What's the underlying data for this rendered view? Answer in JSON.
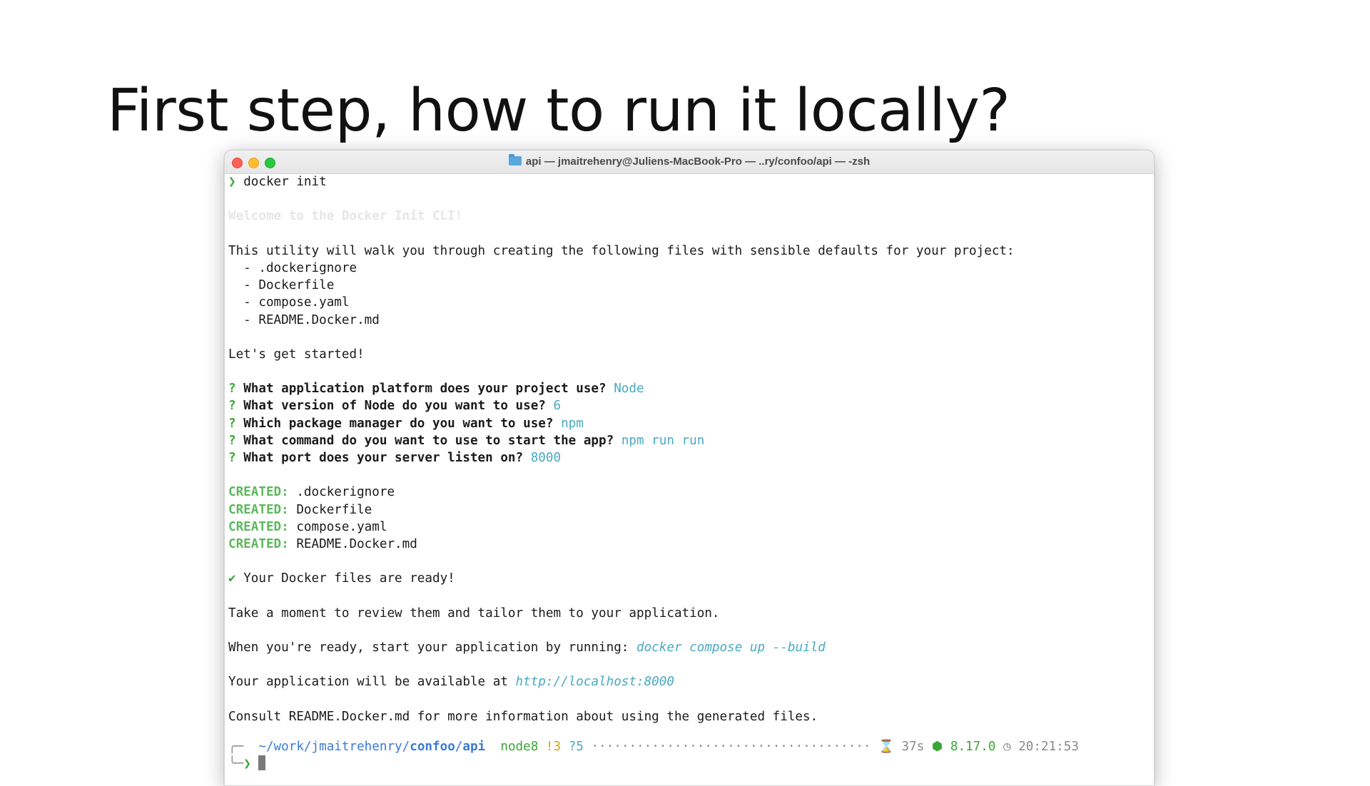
{
  "slide": {
    "title": "First step, how to run it locally?"
  },
  "window": {
    "title": "api — jmaitrehenry@Juliens-MacBook-Pro — ..ry/confoo/api — -zsh",
    "icons": [
      "folder-icon"
    ]
  },
  "terminal": {
    "prompt_symbol": "❯",
    "command": "docker init",
    "welcome": "Welcome to the Docker Init CLI!",
    "intro": "This utility will walk you through creating the following files with sensible defaults for your project:",
    "files": [
      "  - .dockerignore",
      "  - Dockerfile",
      "  - compose.yaml",
      "  - README.Docker.md"
    ],
    "started": "Let's get started!",
    "questions": [
      {
        "mark": "?",
        "q": "What application platform does your project use?",
        "a": "Node"
      },
      {
        "mark": "?",
        "q": "What version of Node do you want to use?",
        "a": "6"
      },
      {
        "mark": "?",
        "q": "Which package manager do you want to use?",
        "a": "npm"
      },
      {
        "mark": "?",
        "q": "What command do you want to use to start the app?",
        "a": "npm run run"
      },
      {
        "mark": "?",
        "q": "What port does your server listen on?",
        "a": "8000"
      }
    ],
    "created_label": "CREATED:",
    "created_files": [
      ".dockerignore",
      "Dockerfile",
      "compose.yaml",
      "README.Docker.md"
    ],
    "check": "✔",
    "ready": "Your Docker files are ready!",
    "review": "Take a moment to review them and tailor them to your application.",
    "run_prefix": "When you're ready, start your application by running: ",
    "run_cmd": "docker compose up --build",
    "avail_prefix": "Your application will be available at ",
    "avail_url": "http://localhost:8000",
    "consult": "Consult README.Docker.md for more information about using the generated files.",
    "status": {
      "corner_top": "╭─",
      "corner_bottom": "╰─",
      "apple": "",
      "path_prefix": "~/work/jmaitrehenry/",
      "path_bold1": "confoo",
      "path_sep": "/",
      "path_bold2": "api",
      "branch_icon": "",
      "branch": "node8",
      "modified": "!3",
      "untracked": "?5",
      "dots": "·····································",
      "duration_icon": "⌛",
      "duration": "37s",
      "node_icon": "⬢",
      "node_version": "8.17.0",
      "clock_icon": "◷",
      "time": "20:21:53",
      "bottom_prompt": "❯"
    }
  }
}
